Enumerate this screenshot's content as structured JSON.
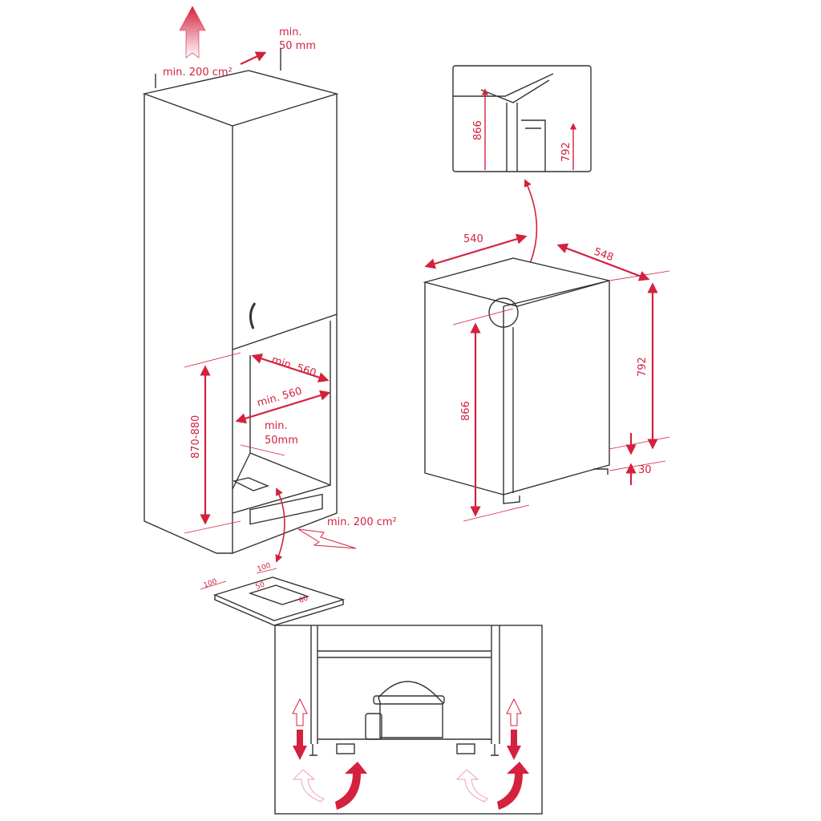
{
  "colors": {
    "accent": "#d4213d",
    "line": "#333333"
  },
  "cabinet": {
    "top_vent": "min. 200 cm²",
    "top_gap_1": "min.",
    "top_gap_2": "50 mm",
    "niche_width_1": "min. 560",
    "niche_width_2": "min. 560",
    "rear_gap_1": "min.",
    "rear_gap_2": "50mm",
    "niche_height": "870-880",
    "bottom_vent": "min. 200 cm²"
  },
  "vent_plate": {
    "a": "100",
    "b": "100",
    "c": "50",
    "d": "60"
  },
  "appliance": {
    "width": "540",
    "depth": "548",
    "height_total": "866",
    "height_body": "792",
    "foot": "30"
  },
  "detail": {
    "h1": "866",
    "h2": "792"
  }
}
